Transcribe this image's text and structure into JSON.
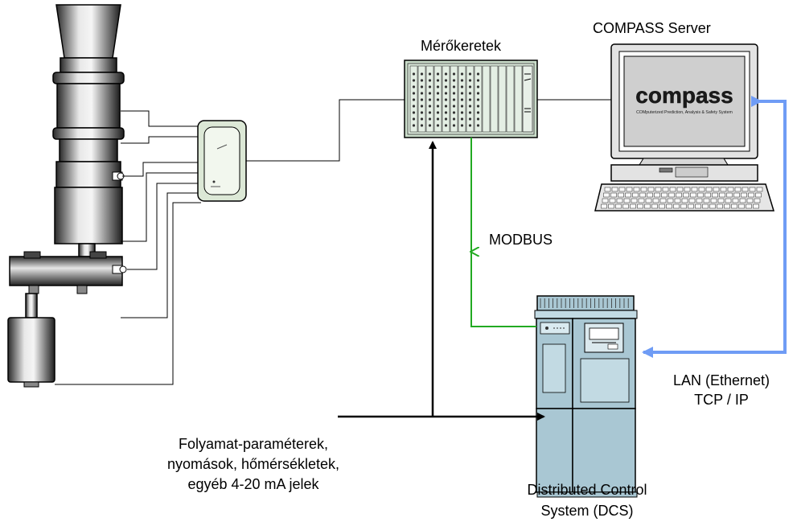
{
  "labels": {
    "rack": "Mérőkeretek",
    "server": "COMPASS Server",
    "modbus": "MODBUS",
    "lan_line1": "LAN (Ethernet)",
    "lan_line2": "TCP / IP",
    "process_line1": "Folyamat-paraméterek,",
    "process_line2": "nyomások, hőmérsékletek,",
    "process_line3": "egyéb 4-20 mA jelek",
    "dcs_line1": "Distributed Control",
    "dcs_line2": "System (DCS)"
  },
  "screen": {
    "logo": "compass",
    "tagline": "COMputerized Prediction, Analysis & Safety System"
  },
  "colors": {
    "modbus_line": "#22aa22",
    "lan_line": "#6f9cf5",
    "dcs_body": "#a9c7d3",
    "rack_body": "#c9dcc9",
    "junction_box": "#dce8d6",
    "signal_line": "#000000"
  }
}
